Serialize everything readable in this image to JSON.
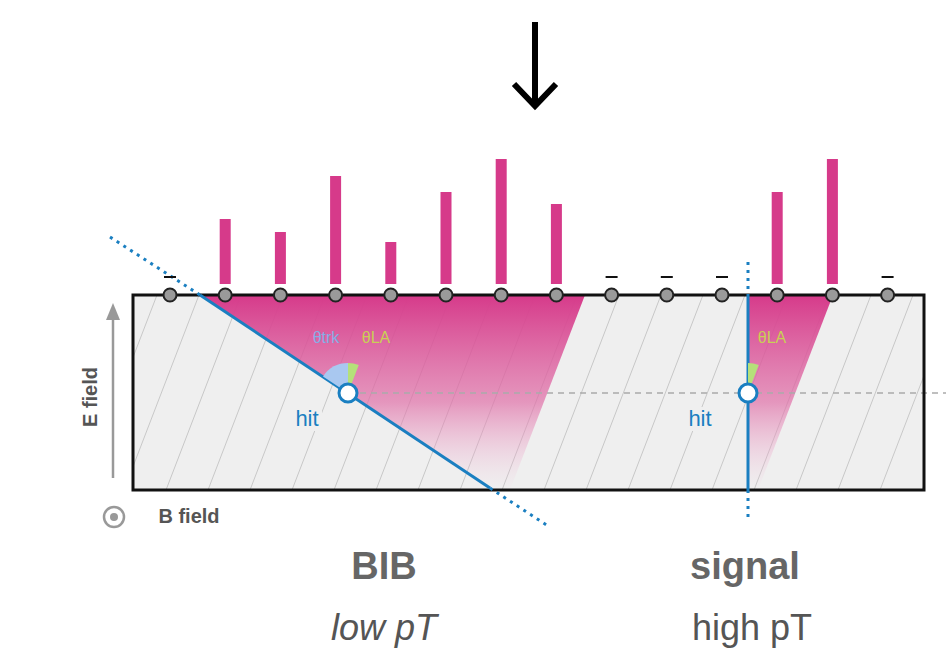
{
  "diagram": {
    "labels": [
      "θtrk",
      "θLA",
      "hit",
      "θLA",
      "hit",
      "E field",
      "B field",
      "BIB",
      "low pT",
      "signal",
      "high pT"
    ]
  }
}
